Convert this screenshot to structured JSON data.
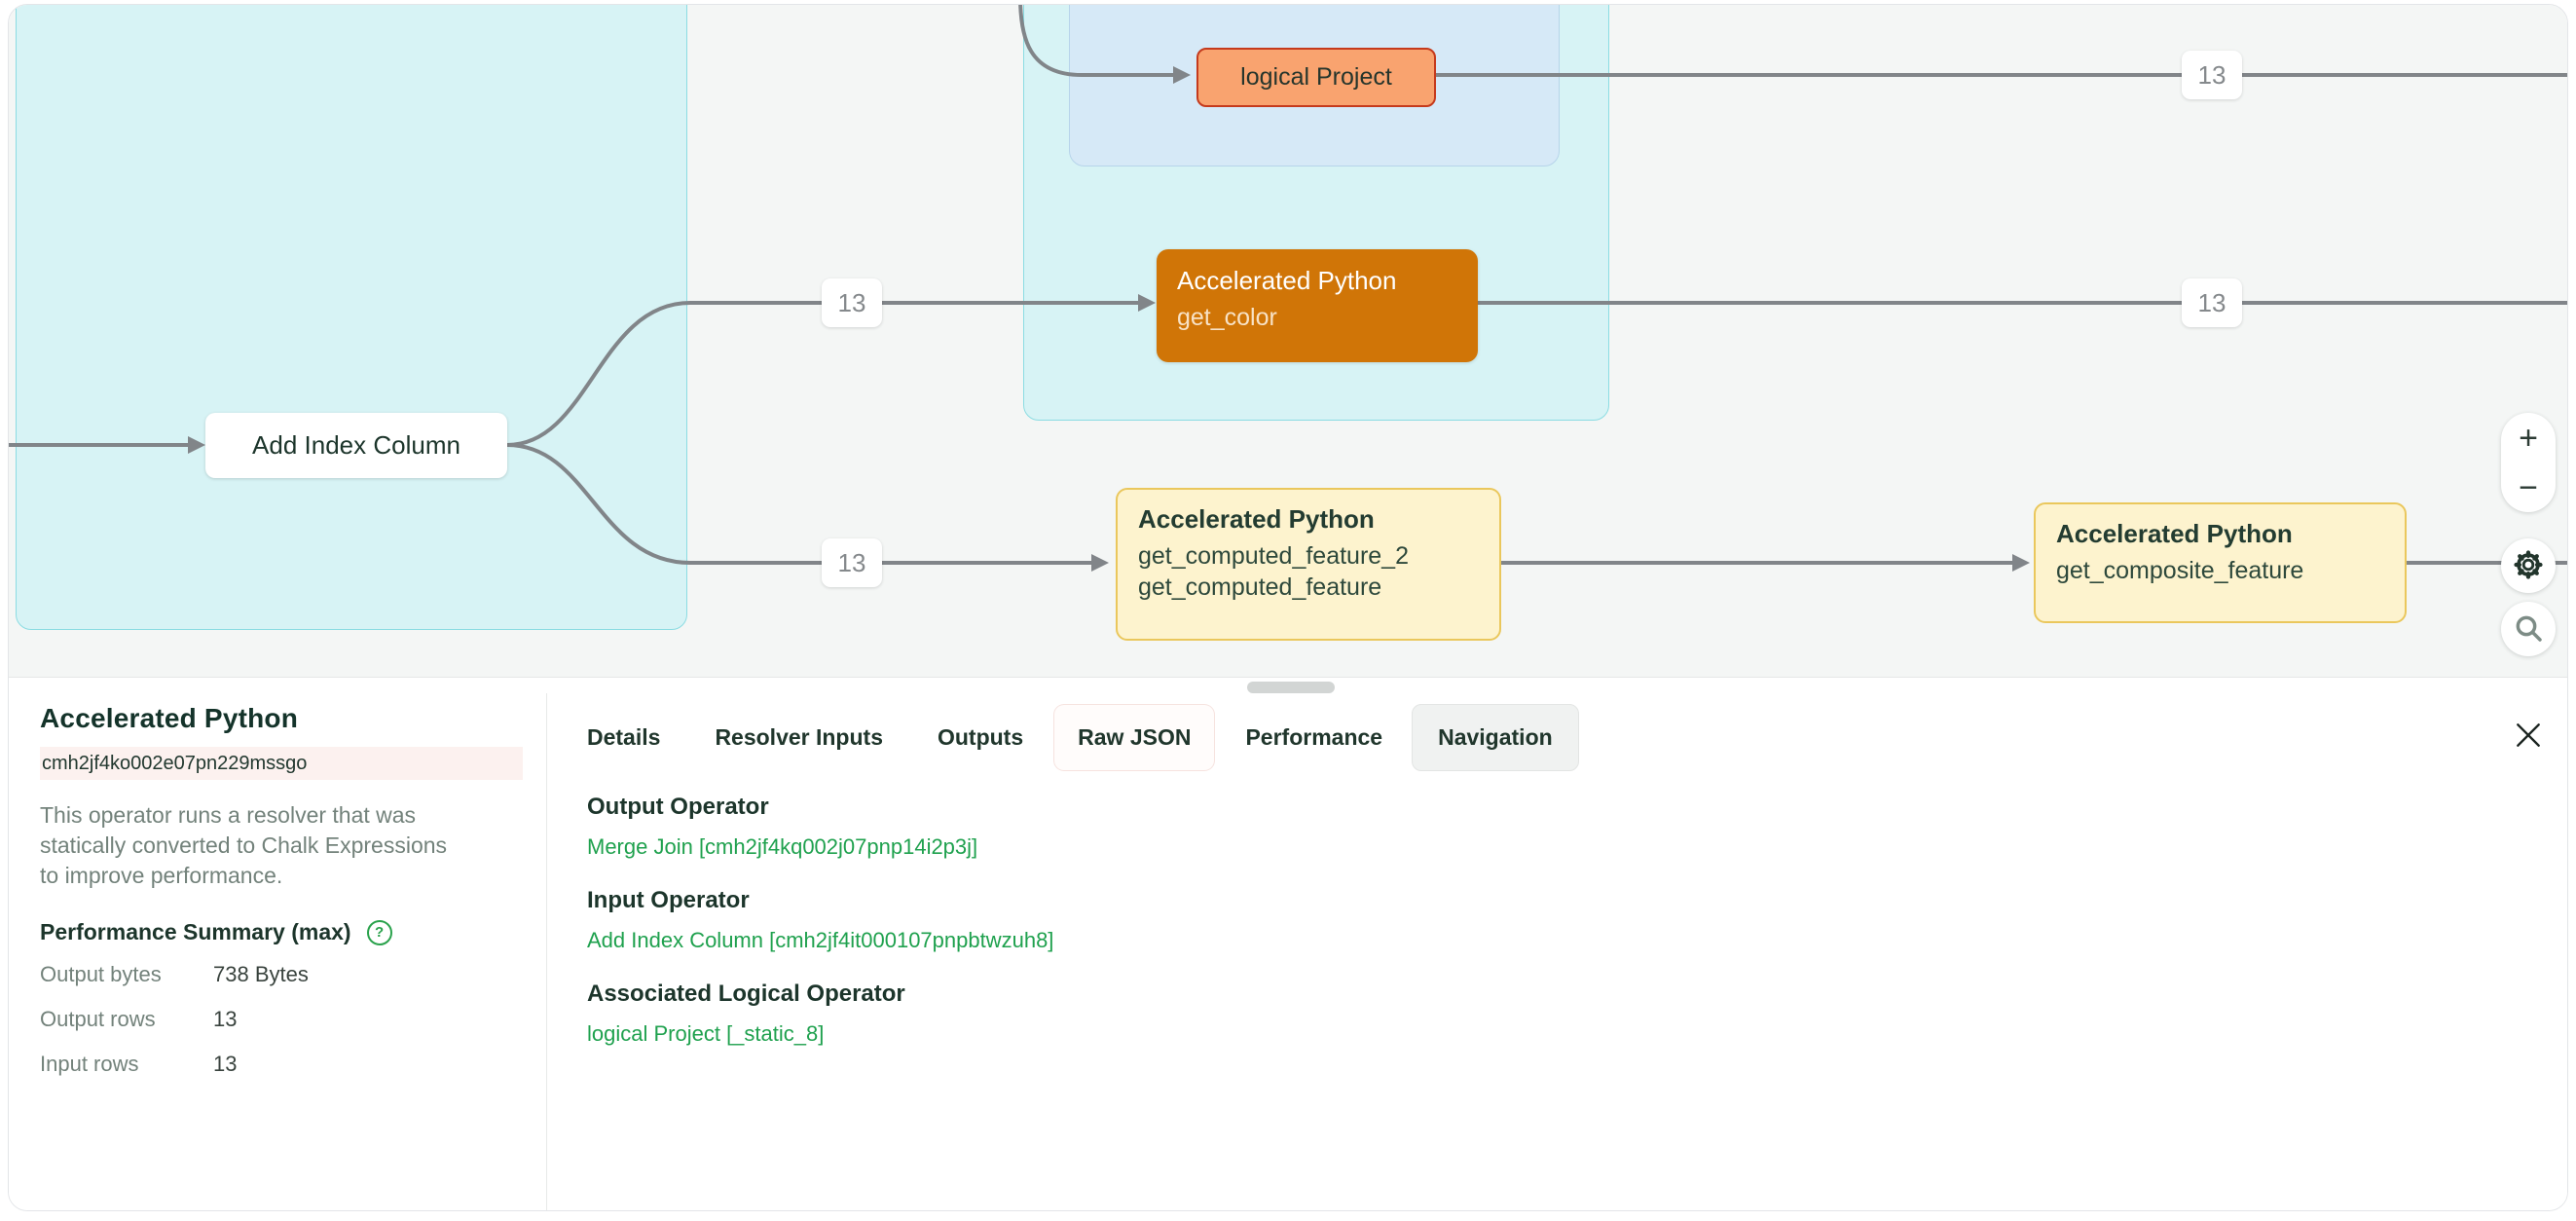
{
  "graph": {
    "nodes": {
      "add_index": {
        "title": "Add Index Column"
      },
      "logical_project": {
        "title": "logical Project"
      },
      "get_color": {
        "title": "Accelerated Python",
        "sub1": "get_color"
      },
      "computed": {
        "title": "Accelerated Python",
        "sub1": "get_computed_feature_2",
        "sub2": "get_computed_feature"
      },
      "composite": {
        "title": "Accelerated Python",
        "sub1": "get_composite_feature"
      }
    },
    "edge_labels": [
      {
        "text": "13"
      },
      {
        "text": "13"
      },
      {
        "text": "13"
      },
      {
        "text": "13"
      }
    ],
    "controls": {
      "zoom_in_glyph": "+",
      "zoom_out_glyph": "−",
      "icons": [
        "plus-icon",
        "minus-icon",
        "gear-icon",
        "search-icon"
      ]
    },
    "colors": {
      "edge": "#818589",
      "group_cyan_bg": "#d7f3f5",
      "group_cyan_border": "#8bdce2",
      "group_blue_bg": "#d6e9f7",
      "node_salmon_bg": "#f9a36f",
      "node_salmon_border": "#c53a1c",
      "node_orange_bg": "#d07507",
      "node_yellow_bg": "#fdf3ce",
      "node_yellow_border": "#eac75c",
      "canvas_bg": "#f4f6f5"
    }
  },
  "panel": {
    "title": "Accelerated Python",
    "operator_id": "cmh2jf4ko002e07pn229mssgo",
    "description_lines": [
      "This operator runs a resolver that was",
      "statically converted to Chalk Expressions",
      "to improve performance."
    ],
    "performance": {
      "heading": "Performance Summary (max)",
      "help_glyph": "?",
      "rows": [
        {
          "label": "Output bytes",
          "value": "738 Bytes"
        },
        {
          "label": "Output rows",
          "value": "13"
        },
        {
          "label": "Input rows",
          "value": "13"
        }
      ]
    },
    "tabs": [
      {
        "label": "Details"
      },
      {
        "label": "Resolver Inputs"
      },
      {
        "label": "Outputs"
      },
      {
        "label": "Raw JSON"
      },
      {
        "label": "Performance"
      },
      {
        "label": "Navigation",
        "active": true
      }
    ],
    "navigation": {
      "sections": [
        {
          "heading": "Output Operator",
          "link": "Merge Join [cmh2jf4kq002j07pnp14i2p3j]"
        },
        {
          "heading": "Input Operator",
          "link": "Add Index Column [cmh2jf4it000107pnpbtwzuh8]"
        },
        {
          "heading": "Associated Logical Operator",
          "link": "logical Project [_static_8]"
        }
      ]
    },
    "link_color": "#1fa14e"
  }
}
